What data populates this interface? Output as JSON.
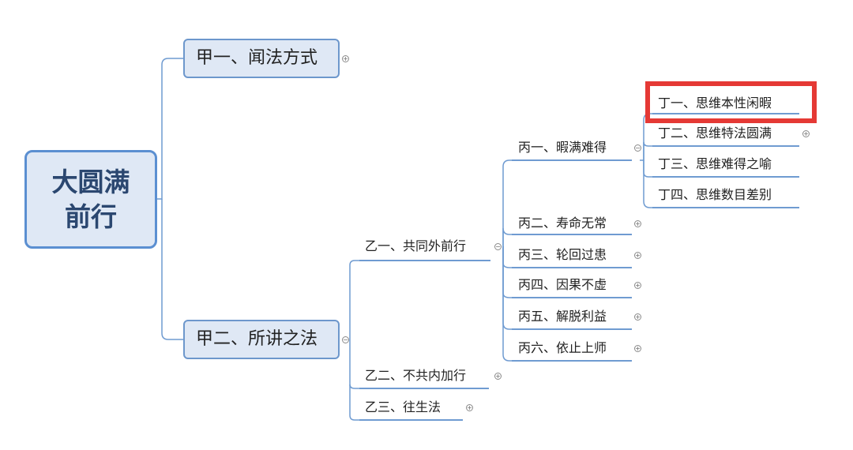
{
  "root": {
    "line1": "大圆满",
    "line2": "前行"
  },
  "level1": [
    {
      "label": "甲一、闻法方式",
      "toggle": "+"
    },
    {
      "label": "甲二、所讲之法",
      "toggle": "−"
    }
  ],
  "level2": [
    {
      "label": "乙一、共同外前行",
      "toggle": "−"
    },
    {
      "label": "乙二、不共内加行",
      "toggle": "+"
    },
    {
      "label": "乙三、往生法",
      "toggle": "+"
    }
  ],
  "level3": [
    {
      "label": "丙一、暇满难得",
      "toggle": "−"
    },
    {
      "label": "丙二、寿命无常",
      "toggle": "+"
    },
    {
      "label": "丙三、轮回过患",
      "toggle": "+"
    },
    {
      "label": "丙四、因果不虚",
      "toggle": "+"
    },
    {
      "label": "丙五、解脱利益",
      "toggle": "+"
    },
    {
      "label": "丙六、依止上师",
      "toggle": "+"
    }
  ],
  "level4": [
    {
      "label": "丁一、思维本性闲暇",
      "toggle": ""
    },
    {
      "label": "丁二、思维特法圆满",
      "toggle": "+"
    },
    {
      "label": "丁三、思维难得之喻",
      "toggle": ""
    },
    {
      "label": "丁四、思维数目差别",
      "toggle": ""
    }
  ],
  "colors": {
    "line": "#6f9bd1",
    "node_fill": "#dfe8f5",
    "node_border": "#5b8fd1",
    "highlight": "#e53935"
  }
}
